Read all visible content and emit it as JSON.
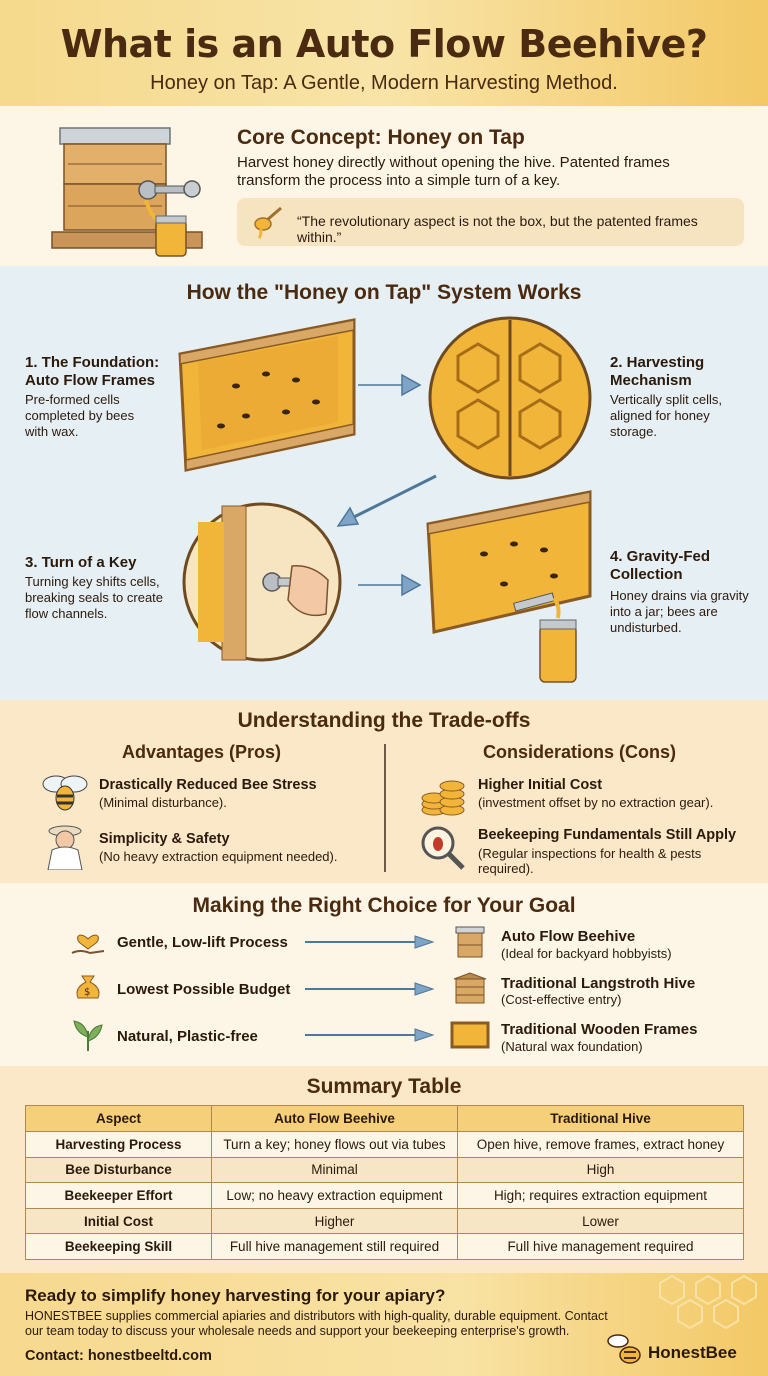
{
  "header": {
    "title": "What is an Auto Flow Beehive?",
    "subtitle": "Honey on Tap: A Gentle, Modern Harvesting Method."
  },
  "core": {
    "title": "Core Concept: Honey on Tap",
    "body": "Harvest honey directly without opening the hive. Patented frames transform the process into a simple turn of a key.",
    "quote": "“The revolutionary aspect is not the box, but the patented frames within.”"
  },
  "how": {
    "title": "How the \"Honey on Tap\" System Works",
    "steps": [
      {
        "title": "1. The Foundation: Auto Flow Frames",
        "body": "Pre-formed cells completed by bees with wax."
      },
      {
        "title": "2. Harvesting Mechanism",
        "body": "Vertically split cells, aligned for honey storage."
      },
      {
        "title": "3. Turn of a Key",
        "body": "Turning key shifts cells, breaking seals to create flow channels."
      },
      {
        "title": "4. Gravity-Fed Collection",
        "body": "Honey drains via gravity into a jar; bees are undisturbed."
      }
    ]
  },
  "tradeoffs": {
    "title": "Understanding the Trade-offs",
    "pros_title": "Advantages (Pros)",
    "cons_title": "Considerations (Cons)",
    "pros": [
      {
        "title": "Drastically Reduced Bee Stress",
        "body": "(Minimal disturbance)."
      },
      {
        "title": "Simplicity & Safety",
        "body": "(No heavy extraction equipment needed)."
      }
    ],
    "cons": [
      {
        "title": "Higher Initial Cost",
        "body": "(investment offset by no extraction gear)."
      },
      {
        "title": "Beekeeping Fundamentals Still Apply",
        "body": "(Regular inspections for health & pests required)."
      }
    ]
  },
  "choice": {
    "title": "Making the Right Choice for Your Goal",
    "rows": [
      {
        "goal": "Gentle, Low-lift Process",
        "option": "Auto Flow Beehive",
        "note": "(Ideal for backyard hobbyists)"
      },
      {
        "goal": "Lowest Possible Budget",
        "option": "Traditional Langstroth Hive",
        "note": "(Cost-effective entry)"
      },
      {
        "goal": "Natural, Plastic-free",
        "option": "Traditional Wooden Frames",
        "note": "(Natural wax foundation)"
      }
    ]
  },
  "summary": {
    "title": "Summary Table",
    "headers": [
      "Aspect",
      "Auto Flow Beehive",
      "Traditional Hive"
    ],
    "rows": [
      [
        "Harvesting Process",
        "Turn a key; honey flows out via tubes",
        "Open hive, remove frames, extract honey"
      ],
      [
        "Bee Disturbance",
        "Minimal",
        "High"
      ],
      [
        "Beekeeper Effort",
        "Low; no heavy extraction equipment",
        "High; requires extraction equipment"
      ],
      [
        "Initial Cost",
        "Higher",
        "Lower"
      ],
      [
        "Beekeeping Skill",
        "Full hive management still required",
        "Full hive management required"
      ]
    ]
  },
  "footer": {
    "cta_title": "Ready to simplify honey harvesting for your apiary?",
    "cta_body": "HONESTBEE supplies commercial apiaries and distributors with high-quality, durable equipment. Contact our team today to discuss your wholesale needs and support your beekeeping enterprise's growth.",
    "contact": "Contact: honestbeeltd.com",
    "brand": "HonestBee"
  },
  "colors": {
    "honey": "#f1b53a",
    "wood": "#d9a866",
    "dark_brown": "#4a2a10",
    "arrow_blue": "#7ea4c8"
  }
}
